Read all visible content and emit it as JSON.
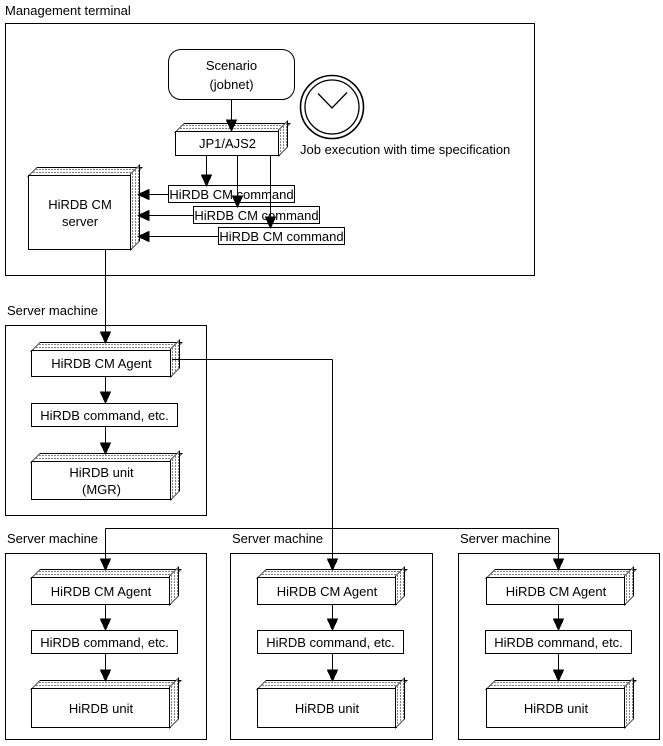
{
  "management_terminal": {
    "label": "Management terminal",
    "scenario": {
      "line1": "Scenario",
      "line2": "(jobnet)"
    },
    "jp1_label": "JP1/AJS2",
    "clock_caption": "Job execution with time specification",
    "cm_server": {
      "line1": "HiRDB CM",
      "line2": "server"
    },
    "cm_commands": [
      "HiRDB CM command",
      "HiRDB CM command",
      "HiRDB CM command"
    ]
  },
  "manager_machine": {
    "label": "Server machine",
    "agent_label": "HiRDB CM Agent",
    "command_label": "HiRDB command, etc.",
    "unit_line1": "HiRDB unit",
    "unit_line2": "(MGR)"
  },
  "server_machines": [
    {
      "label": "Server machine",
      "agent_label": "HiRDB CM Agent",
      "command_label": "HiRDB command, etc.",
      "unit_label": "HiRDB unit"
    },
    {
      "label": "Server machine",
      "agent_label": "HiRDB CM Agent",
      "command_label": "HiRDB command, etc.",
      "unit_label": "HiRDB unit"
    },
    {
      "label": "Server machine",
      "agent_label": "HiRDB CM Agent",
      "command_label": "HiRDB command, etc.",
      "unit_label": "HiRDB unit"
    }
  ],
  "icons": {
    "clock": "clock-icon"
  },
  "colors": {
    "line": "#000000",
    "background": "#ffffff"
  }
}
